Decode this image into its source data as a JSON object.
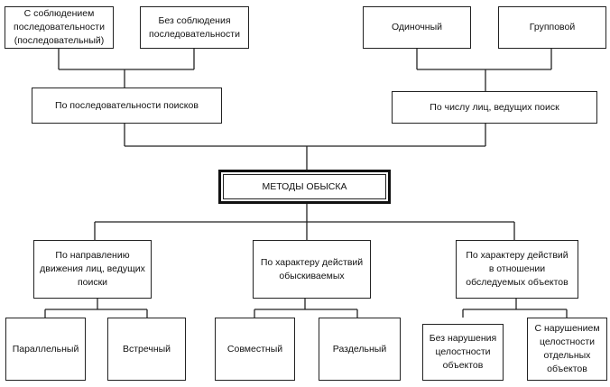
{
  "diagram": {
    "root": "МЕТОДЫ ОБЫСКА",
    "top_branches": [
      {
        "label": "По последовательности поисков",
        "children": [
          "С соблюдением\nпоследовательности\n(последовательный)",
          "Без соблюдения\nпоследовательности"
        ]
      },
      {
        "label": "По числу лиц, ведущих поиск",
        "children": [
          "Одиночный",
          "Групповой"
        ]
      }
    ],
    "bottom_branches": [
      {
        "label": "По направлению\nдвижения лиц, ведущих\nпоиски",
        "children": [
          "Параллельный",
          "Встречный"
        ]
      },
      {
        "label": "По характеру действий\nобыскиваемых",
        "children": [
          "Совместный",
          "Раздельный"
        ]
      },
      {
        "label": "По характеру действий\nв отношении\nобследуемых объектов",
        "children": [
          "Без нарушения\nцелостности\nобъектов",
          "С нарушением\nцелостности\nотдельных\nобъектов"
        ]
      }
    ]
  }
}
